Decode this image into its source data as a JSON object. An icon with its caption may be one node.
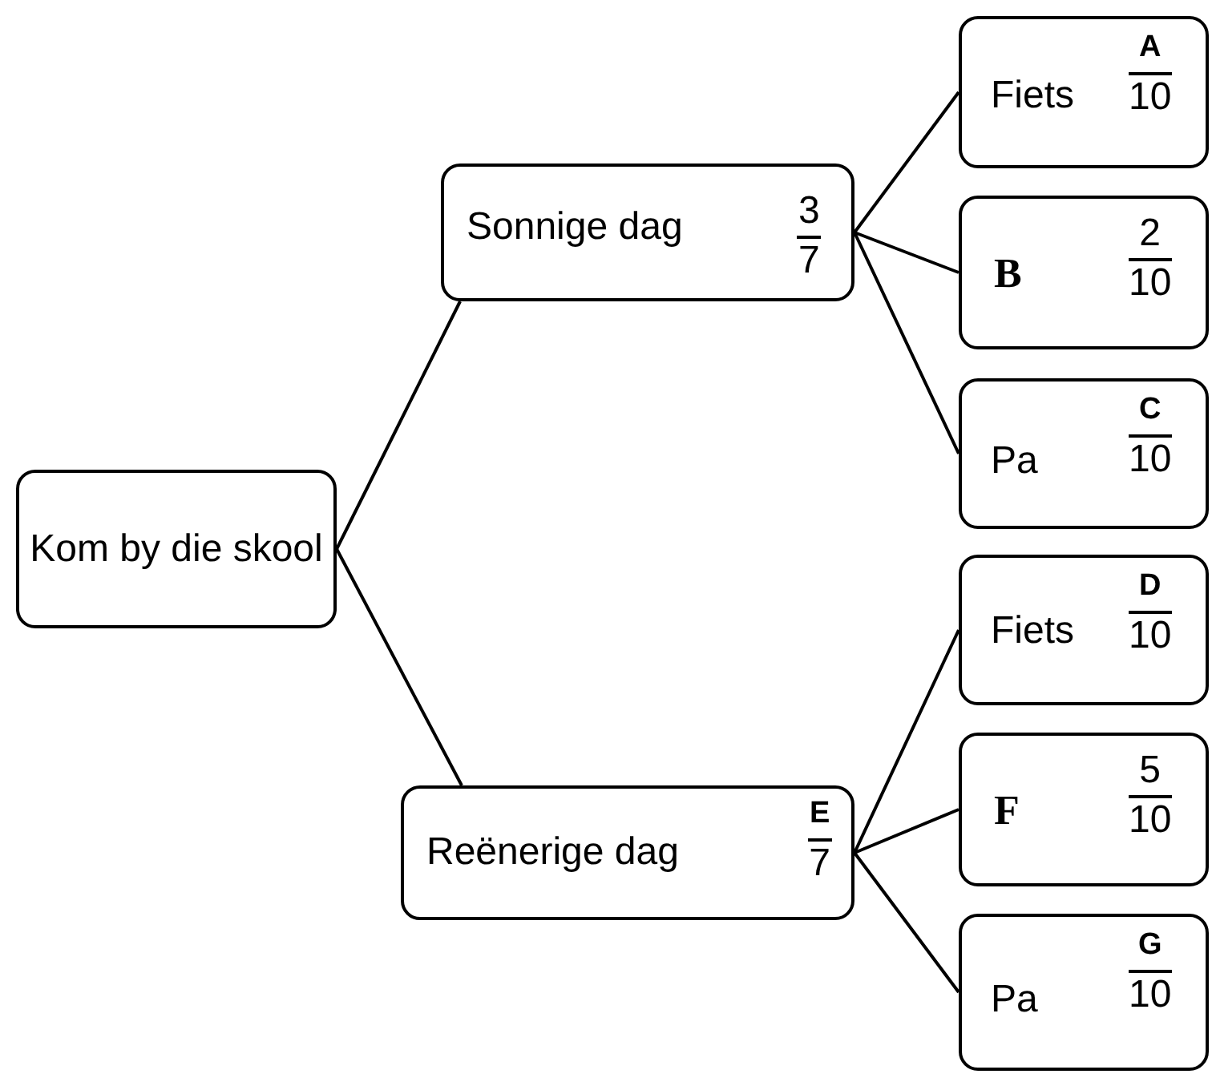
{
  "diagram": {
    "nodes": [
      {
        "text": [
          "Kom by die skool"
        ]
      },
      {
        "text": [
          "Sonnige dag",
          "3",
          "7"
        ]
      },
      {
        "text": [
          "Reënerige dag",
          "E",
          "7"
        ]
      },
      {
        "text": [
          "Fiets",
          "A",
          "10"
        ]
      },
      {
        "text": [
          "B",
          "2",
          "10"
        ]
      },
      {
        "text": [
          "Pa",
          "C",
          "10"
        ]
      },
      {
        "text": [
          "Fiets",
          "D",
          "10"
        ]
      },
      {
        "text": [
          "F",
          "5",
          "10"
        ]
      },
      {
        "text": [
          "Pa",
          "G",
          "10"
        ]
      }
    ],
    "edges": [
      {
        "from": 0,
        "to": 1,
        "arrow": "none"
      },
      {
        "from": 0,
        "to": 2,
        "arrow": "none"
      },
      {
        "from": 1,
        "to": 3,
        "arrow": "none"
      },
      {
        "from": 1,
        "to": 4,
        "arrow": "none"
      },
      {
        "from": 1,
        "to": 5,
        "arrow": "none"
      },
      {
        "from": 2,
        "to": 6,
        "arrow": "none"
      },
      {
        "from": 2,
        "to": 7,
        "arrow": "none"
      },
      {
        "from": 2,
        "to": 8,
        "arrow": "none"
      }
    ]
  }
}
